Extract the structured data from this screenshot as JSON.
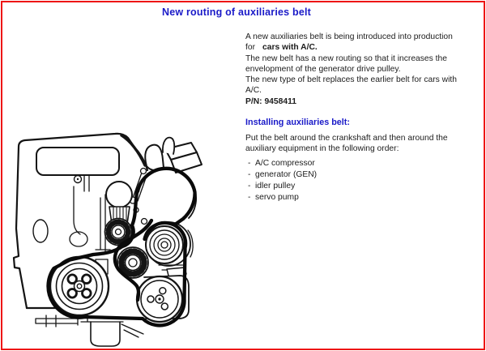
{
  "colors": {
    "accent_blue": "#1a1ac8",
    "border_red": "#ee1515",
    "ink": "#1c1c1c"
  },
  "page": {
    "title": "New routing of auxiliaries belt"
  },
  "intro": {
    "line1": "A new auxiliaries belt is being introduced into production",
    "line2_pre": "for",
    "line2_bold": "cars with A/C.",
    "line3": "The new belt has a new routing so that it increases the",
    "line4": "envelopment of the generator drive pulley.",
    "line5": "The new type of belt replaces the earlier belt for cars with",
    "line6": "A/C.",
    "part_number": "P/N: 9458411"
  },
  "install": {
    "heading": "Installing auxiliaries belt:",
    "line1": "Put the belt around the crankshaft and then around the",
    "line2": "auxiliary equipment in the following order:",
    "bullet_char": "-",
    "items": [
      "A/C compressor",
      "generator (GEN)",
      "idler pulley",
      "servo pump"
    ]
  }
}
